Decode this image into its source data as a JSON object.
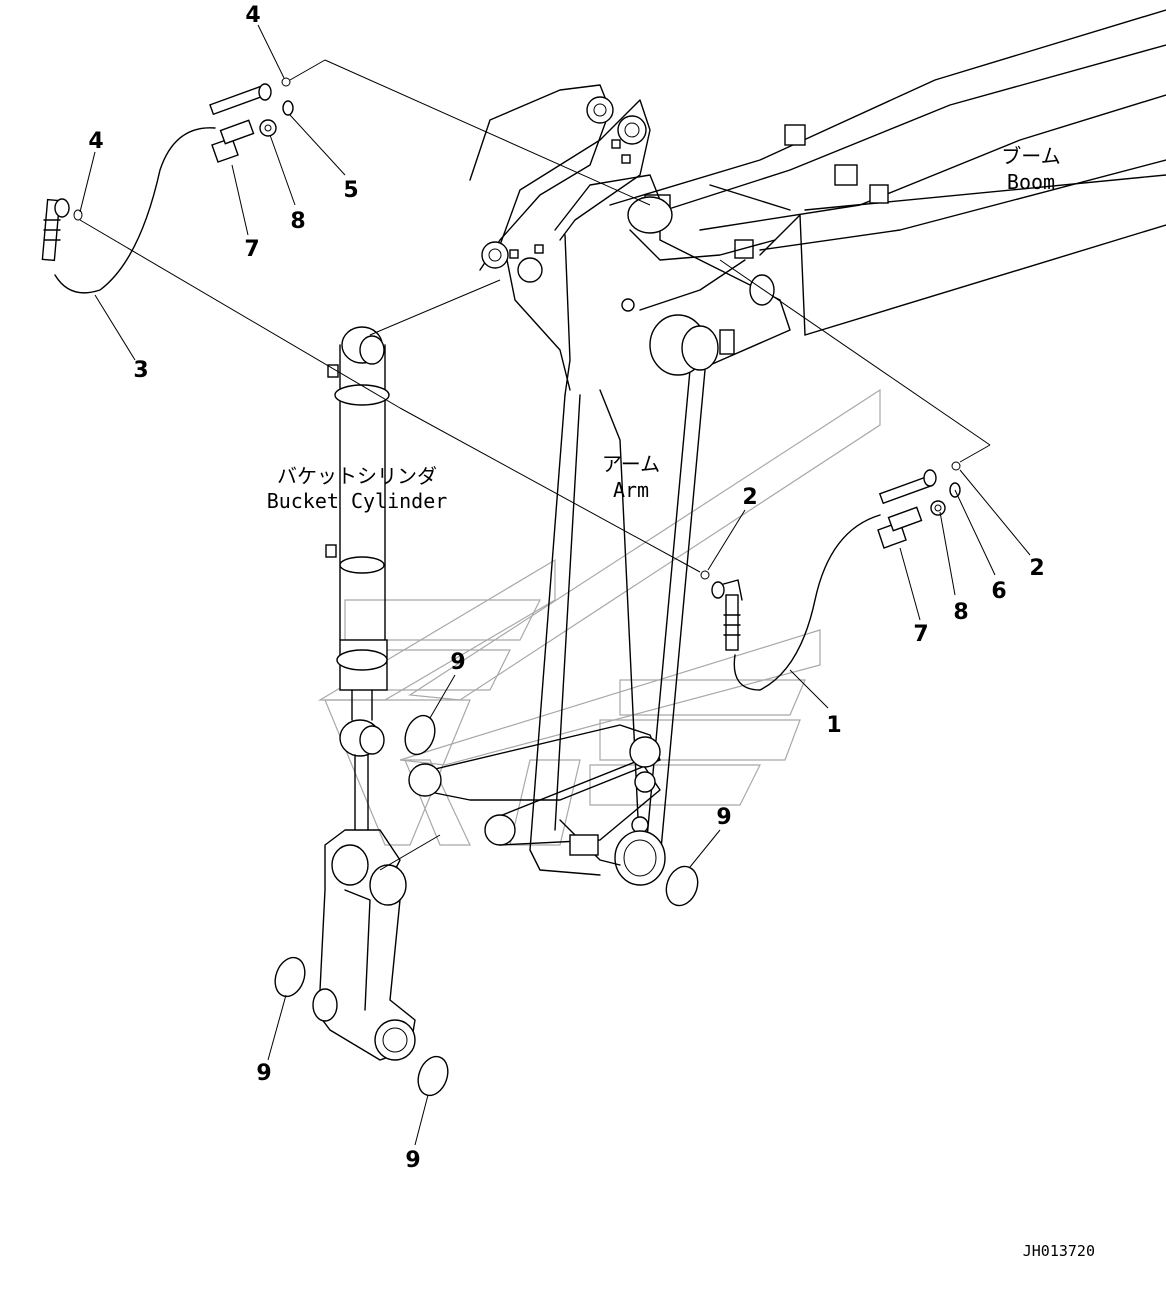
{
  "diagram": {
    "labels": {
      "boom_jp": "ブーム",
      "boom_en": "Boom",
      "arm_jp": "アーム",
      "arm_en": "Arm",
      "bucket_cyl_jp": "バケットシリンダ",
      "bucket_cyl_en": "Bucket Cylinder"
    },
    "drawing_code": "JH013720",
    "callouts": [
      "4",
      "4",
      "5",
      "8",
      "7",
      "3",
      "2",
      "2",
      "6",
      "8",
      "7",
      "1",
      "9",
      "9",
      "9",
      "9"
    ]
  }
}
